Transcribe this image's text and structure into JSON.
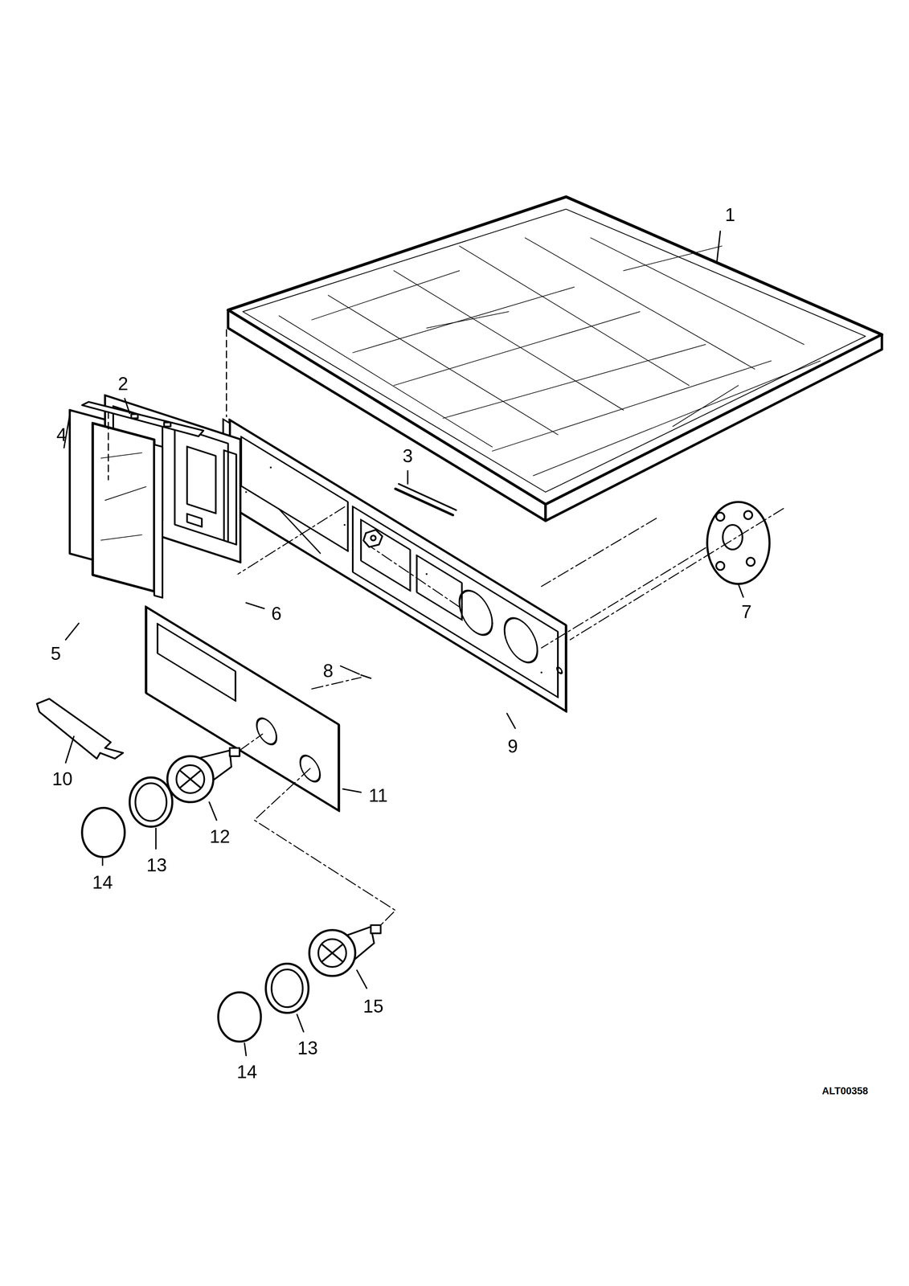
{
  "diagram": {
    "labels": [
      "1",
      "2",
      "3",
      "4",
      "6",
      "5",
      "7",
      "8",
      "9",
      "10",
      "11",
      "12",
      "14",
      "13",
      "15",
      "14",
      "13",
      "ALT00358"
    ]
  }
}
